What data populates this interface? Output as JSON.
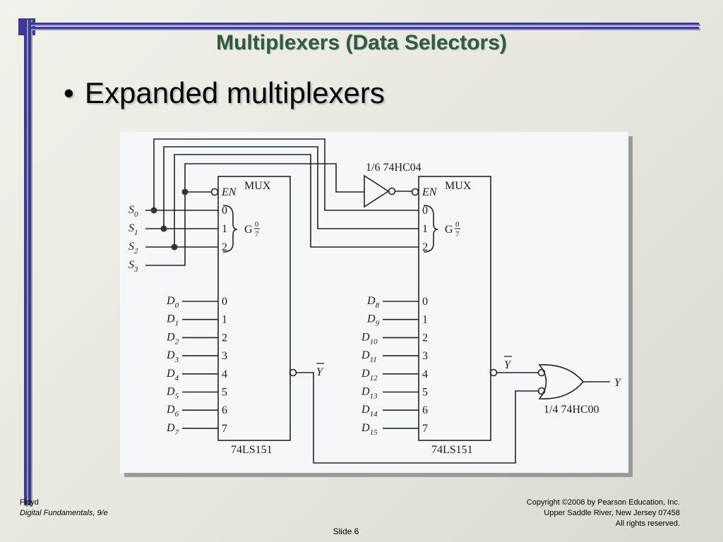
{
  "slide": {
    "title": "Multiplexers (Data Selectors)",
    "bullet": "Expanded multiplexers"
  },
  "diagram": {
    "inverter_label": "1/6 74HC04",
    "nand_label": "1/4 74HC00",
    "mux1": {
      "header": "MUX",
      "en": "EN",
      "group": "G",
      "frac_top": "0",
      "frac_bottom": "7",
      "part": "74LS151",
      "output": "Y"
    },
    "mux2": {
      "header": "MUX",
      "en": "EN",
      "group": "G",
      "frac_top": "0",
      "frac_bottom": "7",
      "part": "74LS151",
      "output": "Y"
    },
    "select_pins": [
      "0",
      "1",
      "2"
    ],
    "data_pins": [
      "0",
      "1",
      "2",
      "3",
      "4",
      "5",
      "6",
      "7"
    ],
    "select_inputs": [
      {
        "letter": "S",
        "sub": "0"
      },
      {
        "letter": "S",
        "sub": "1"
      },
      {
        "letter": "S",
        "sub": "2"
      },
      {
        "letter": "S",
        "sub": "3"
      }
    ],
    "data_inputs_1": [
      {
        "letter": "D",
        "sub": "0"
      },
      {
        "letter": "D",
        "sub": "1"
      },
      {
        "letter": "D",
        "sub": "2"
      },
      {
        "letter": "D",
        "sub": "3"
      },
      {
        "letter": "D",
        "sub": "4"
      },
      {
        "letter": "D",
        "sub": "5"
      },
      {
        "letter": "D",
        "sub": "6"
      },
      {
        "letter": "D",
        "sub": "7"
      }
    ],
    "data_inputs_2": [
      {
        "letter": "D",
        "sub": "8"
      },
      {
        "letter": "D",
        "sub": "9"
      },
      {
        "letter": "D",
        "sub": "10"
      },
      {
        "letter": "D",
        "sub": "11"
      },
      {
        "letter": "D",
        "sub": "12"
      },
      {
        "letter": "D",
        "sub": "13"
      },
      {
        "letter": "D",
        "sub": "14"
      },
      {
        "letter": "D",
        "sub": "15"
      }
    ],
    "final_output": "Y"
  },
  "footer": {
    "author": "Floyd",
    "book": "Digital Fundamentals, 9/e",
    "copyright": "Copyright ©2006 by Pearson Education, Inc.",
    "location": "Upper Saddle River, New Jersey 07458",
    "rights": "All rights reserved.",
    "slide": "Slide 6"
  },
  "colors": {
    "accent_blue": "#3a3a9c",
    "title_green": "#2f5c3e"
  }
}
